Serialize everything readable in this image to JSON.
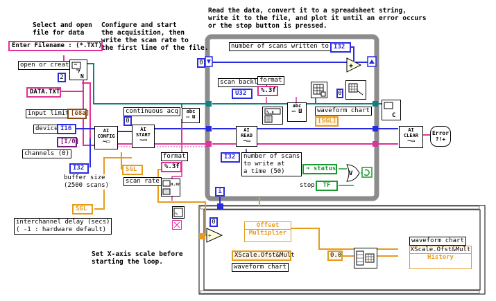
{
  "notes": {
    "select_file": "Select and open\nfile for data",
    "configure": "Configure and start\nthe acquisition, then\nwrite the scan rate to\nthe first line of the file.",
    "read_data": "Read the data, convert it to a spreadsheet string,\nwrite it to the file, and plot it until an error occurs\nor the stop button is pressed.",
    "set_xaxis": "Set X-axis scale before\nstarting the loop."
  },
  "controls": {
    "enter_filename": "Enter Filename : (*.TXT)",
    "open_or_create": "open or create",
    "open_mode_value": "2",
    "data_file": "DATA.TXT",
    "input_limits": "input limits",
    "input_limits_type": "[ẽ8a]",
    "device": "device",
    "device_type": "I16",
    "channels_type": "[I/0]",
    "channels": "channels (0)",
    "buffer_size_type": "I32",
    "buffer_size": "buffer size\n(2500 scans)",
    "scan_rate_type": "SGL",
    "scan_rate": "scan rate",
    "interchannel_type": "SGL",
    "interchannel": "interchannel delay (secs)\n( -1 : hardware default)",
    "continuous_acq": "continuous acq",
    "continuous_value": "0",
    "format_label_1": "format",
    "format_value_1": "%.3f",
    "format_label_2": "format",
    "format_value_2": "%.3f",
    "scan_backlog": "scan backlog",
    "backlog_type": "U32",
    "scans_written": "number of scans written to file",
    "scans_written_type": "I32",
    "num_scans_type": "I32",
    "num_scans": "number of scans\nto write at\na time (50)",
    "waveform_chart": "waveform chart",
    "waveform_type": "[SGL]",
    "status": "status",
    "stop": "stop",
    "stop_type": "TF",
    "error": "Error\n?!+",
    "shift_init": "0",
    "array_index": "0",
    "iteration": "i",
    "seq_const": "0",
    "offset": "Offset",
    "multiplier": "Multiplier",
    "xscale_1": "XScale.Ofst&Mult",
    "waveform_chart_2": "waveform chart",
    "const_00": "0.0",
    "waveform_chart_3": "waveform chart",
    "xscale_2": "XScale.Ofst&Mult",
    "history": "History"
  },
  "nodes": {
    "ai_config": "AI\nCONFIG",
    "ai_start": "AI\nSTART",
    "ai_read": "AI\nREAD",
    "ai_clear": "AI\nCLEAR",
    "abc": "abc"
  },
  "colors": {
    "pink": "#e0309a",
    "orange": "#e69a1e",
    "blue": "#2a2adf",
    "teal": "#0f8080",
    "green": "#1a9a30",
    "gray": "#8c8c8c"
  }
}
